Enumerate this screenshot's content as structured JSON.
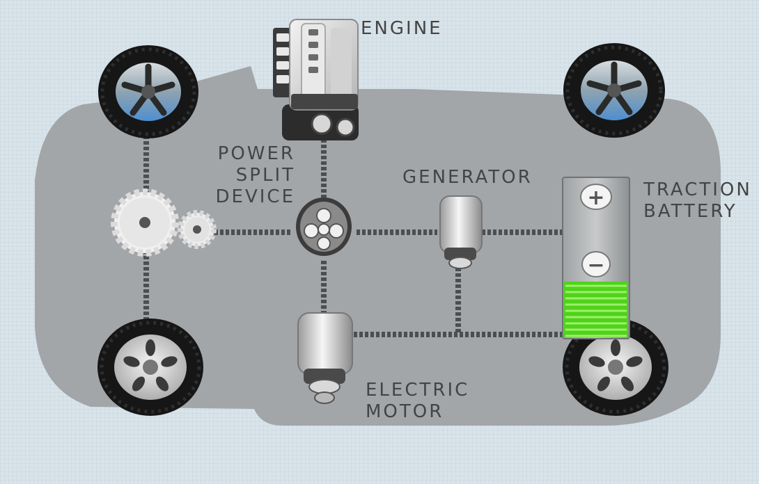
{
  "labels": {
    "engine": "ENGINE",
    "power_split": [
      "POWER",
      "SPLIT",
      "DEVICE"
    ],
    "generator": "GENERATOR",
    "traction_battery": [
      "TRACTION",
      "BATTERY"
    ],
    "electric_motor": [
      "ELECTRIC",
      "MOTOR"
    ]
  },
  "battery": {
    "plus": "+",
    "minus": "−",
    "charge_level": 0.35
  },
  "colors": {
    "background": "#d8e3ea",
    "car_body": "#a2a6a8",
    "connector": "#4c4f52",
    "tire": "#161616",
    "battery_charge": "#4fd21a",
    "label_text": "#444444"
  }
}
